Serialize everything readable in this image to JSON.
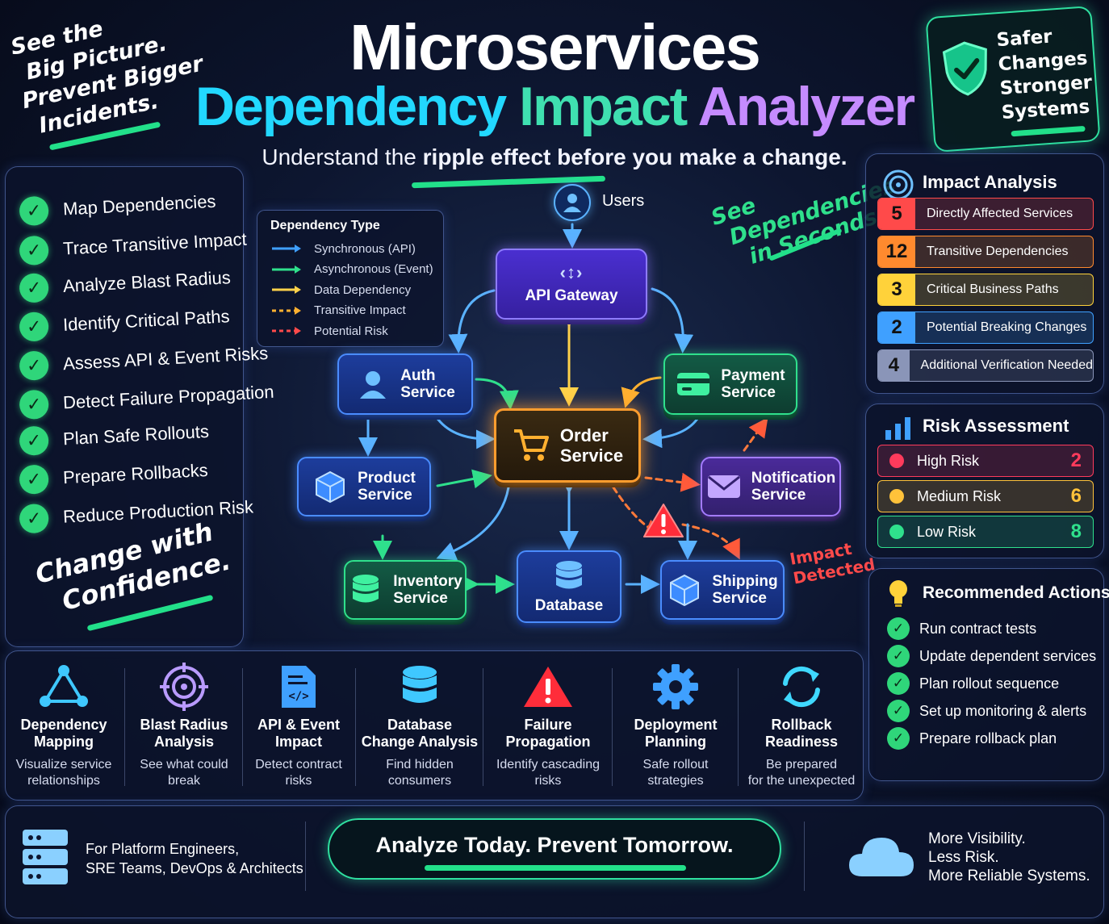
{
  "title": {
    "line1": "Microservices",
    "line2a": "Dependency",
    "line2b": "Impact",
    "line2c": "Analyzer",
    "subtitle_pre": "Understand the",
    "subtitle_bold": "ripple effect before you make a change."
  },
  "corner_left": {
    "line1": "See the",
    "line2": "Big Picture.",
    "line3": "Prevent Bigger",
    "line4": "Incidents."
  },
  "corner_right": {
    "line1": "Safer",
    "line2": "Changes",
    "line3": "Stronger",
    "line4": "Systems"
  },
  "checklist": [
    "Map Dependencies",
    "Trace Transitive Impact",
    "Analyze Blast Radius",
    "Identify Critical Paths",
    "Assess API & Event Risks",
    "Detect Failure Propagation",
    "Plan Safe Rollouts",
    "Prepare Rollbacks",
    "Reduce Production Risk"
  ],
  "slogan_left": {
    "line1": "Change with",
    "line2": "Confidence."
  },
  "legend": {
    "title": "Dependency Type",
    "items": [
      {
        "label": "Synchronous (API)",
        "color": "#3fa0ff"
      },
      {
        "label": "Asynchronous (Event)",
        "color": "#2fe08c"
      },
      {
        "label": "Data Dependency",
        "color": "#ffd24a"
      },
      {
        "label": "Transitive Impact",
        "color": "#ffb030"
      },
      {
        "label": "Potential Risk",
        "color": "#ff4a4a"
      }
    ]
  },
  "diagram": {
    "users": "Users",
    "api_gateway": "API Gateway",
    "auth": {
      "l1": "Auth",
      "l2": "Service"
    },
    "payment": {
      "l1": "Payment",
      "l2": "Service"
    },
    "order": {
      "l1": "Order",
      "l2": "Service"
    },
    "product": {
      "l1": "Product",
      "l2": "Service"
    },
    "notification": {
      "l1": "Notification",
      "l2": "Service"
    },
    "inventory": {
      "l1": "Inventory",
      "l2": "Service"
    },
    "database": "Database",
    "shipping": {
      "l1": "Shipping",
      "l2": "Service"
    },
    "impact_detected": {
      "l1": "Impact",
      "l2": "Detected"
    },
    "see_deps": {
      "l1": "See",
      "l2": "Dependencies",
      "l3": "in Seconds"
    }
  },
  "impact_analysis": {
    "title": "Impact Analysis",
    "rows": [
      {
        "value": "5",
        "label": "Directly Affected Services",
        "color": "#ff4a4a"
      },
      {
        "value": "12",
        "label": "Transitive Dependencies",
        "color": "#ff8a2e"
      },
      {
        "value": "3",
        "label": "Critical Business Paths",
        "color": "#ffd23a"
      },
      {
        "value": "2",
        "label": "Potential Breaking Changes",
        "color": "#3fa0ff"
      },
      {
        "value": "4",
        "label": "Additional Verification Needed",
        "color": "#8a95b8"
      }
    ]
  },
  "risk_assessment": {
    "title": "Risk Assessment",
    "rows": [
      {
        "label": "High Risk",
        "value": "2",
        "color": "#ff3b5c"
      },
      {
        "label": "Medium Risk",
        "value": "6",
        "color": "#ffc23a"
      },
      {
        "label": "Low Risk",
        "value": "8",
        "color": "#2fe08c"
      }
    ]
  },
  "recommended": {
    "title": "Recommended Actions",
    "items": [
      "Run contract tests",
      "Update dependent services",
      "Plan rollout sequence",
      "Set up monitoring & alerts",
      "Prepare rollback plan"
    ]
  },
  "features": [
    {
      "title1": "Dependency",
      "title2": "Mapping",
      "desc1": "Visualize service",
      "desc2": "relationships",
      "icon": "graph-icon"
    },
    {
      "title1": "Blast Radius",
      "title2": "Analysis",
      "desc1": "See what could",
      "desc2": "break",
      "icon": "target-icon"
    },
    {
      "title1": "API & Event",
      "title2": "Impact",
      "desc1": "Detect contract",
      "desc2": "risks",
      "icon": "code-file-icon"
    },
    {
      "title1": "Database",
      "title2": "Change Analysis",
      "desc1": "Find hidden",
      "desc2": "consumers",
      "icon": "database-icon"
    },
    {
      "title1": "Failure",
      "title2": "Propagation",
      "desc1": "Identify cascading",
      "desc2": "risks",
      "icon": "warning-icon"
    },
    {
      "title1": "Deployment",
      "title2": "Planning",
      "desc1": "Safe rollout",
      "desc2": "strategies",
      "icon": "gear-icon"
    },
    {
      "title1": "Rollback",
      "title2": "Readiness",
      "desc1": "Be prepared",
      "desc2": "for the unexpected",
      "icon": "refresh-icon"
    }
  ],
  "footer": {
    "audience1": "For Platform Engineers,",
    "audience2": "SRE Teams, DevOps & Architects",
    "cta": "Analyze Today. Prevent Tomorrow.",
    "right1": "More Visibility.",
    "right2": "Less Risk.",
    "right3": "More Reliable Systems."
  }
}
